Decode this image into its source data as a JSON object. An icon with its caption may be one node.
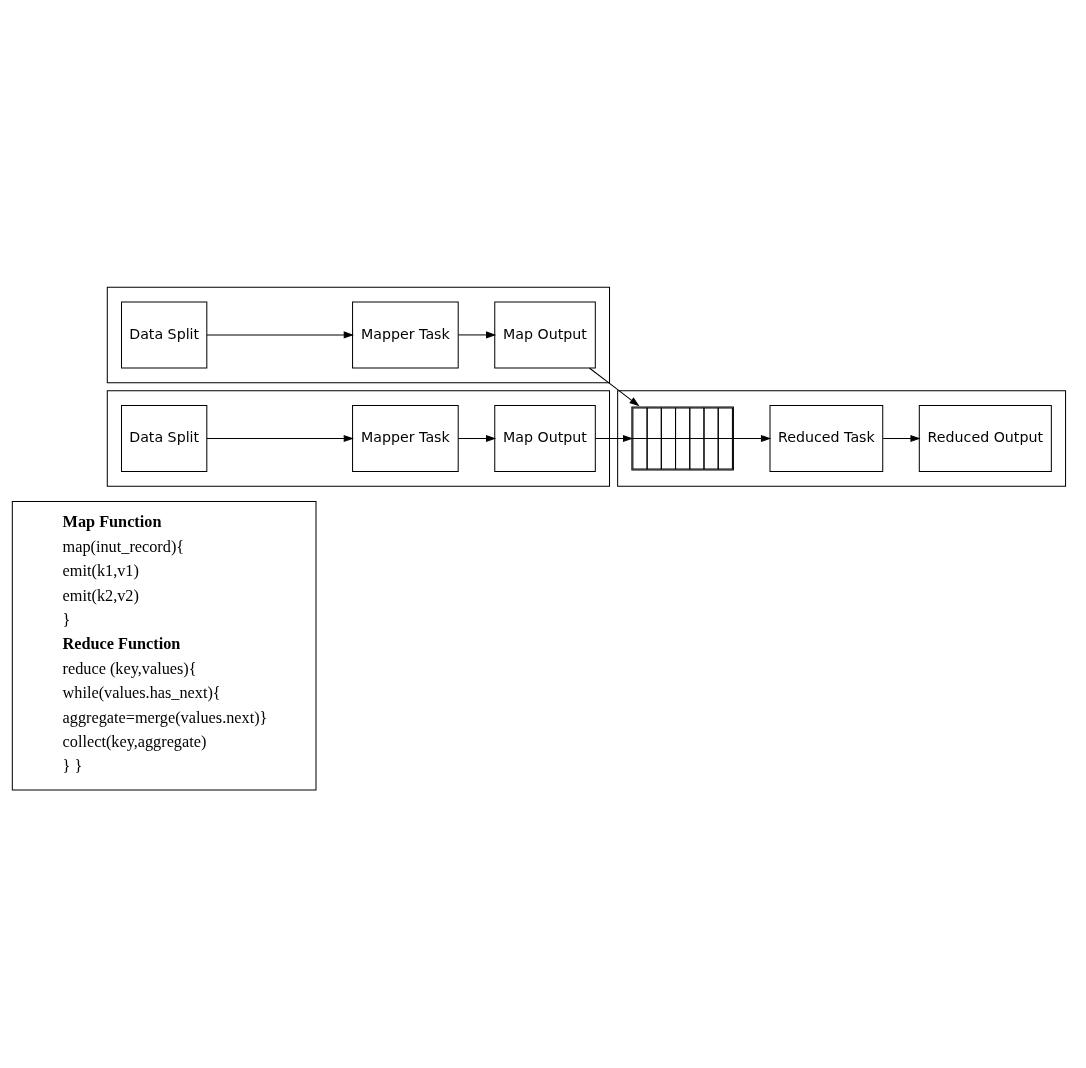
{
  "diagram": {
    "nodes": [
      {
        "text": [
          "Map Function",
          "map(inut_record){",
          "emit(k1,v1)",
          "emit(k2,v2)",
          "}",
          "Reduce Function",
          "reduce (key,values){",
          "while(values.has_next){",
          "aggregate=merge(values.next)}",
          "collect(key,aggregate)",
          "} }"
        ]
      },
      {
        "text": [],
        "shape": "box"
      },
      {
        "text": [
          "Data Split"
        ],
        "in": 1
      },
      {
        "text": [
          "Mapper Task"
        ],
        "in": 1
      },
      {
        "text": [
          "Map Output"
        ],
        "in": 1
      },
      {
        "text": [],
        "shape": "box"
      },
      {
        "text": [],
        "shape": "box",
        "in": 5
      },
      {
        "text": [
          "Reduced Task"
        ],
        "in": 5
      },
      {
        "text": [
          "Reduced Output"
        ],
        "in": 5
      },
      {
        "text": [],
        "shape": "box"
      },
      {
        "text": [
          "Data Split"
        ],
        "in": 9
      },
      {
        "text": [
          "Mapper Task"
        ],
        "in": 9
      },
      {
        "text": [
          "Map Output"
        ],
        "in": 9
      }
    ],
    "edges": [
      {
        "from": 2,
        "to": 3,
        "arrow": "to"
      },
      {
        "from": 3,
        "to": 4,
        "arrow": "to"
      },
      {
        "from": 4,
        "to": 6,
        "arrow": "to"
      },
      {
        "from": 6,
        "to": 7,
        "arrow": "to"
      },
      {
        "from": 7,
        "to": 8,
        "arrow": "to"
      },
      {
        "from": 10,
        "to": 11,
        "arrow": "to"
      },
      {
        "from": 11,
        "to": 12,
        "arrow": "to"
      },
      {
        "from": 12,
        "to": 6,
        "arrow": "to"
      }
    ]
  }
}
